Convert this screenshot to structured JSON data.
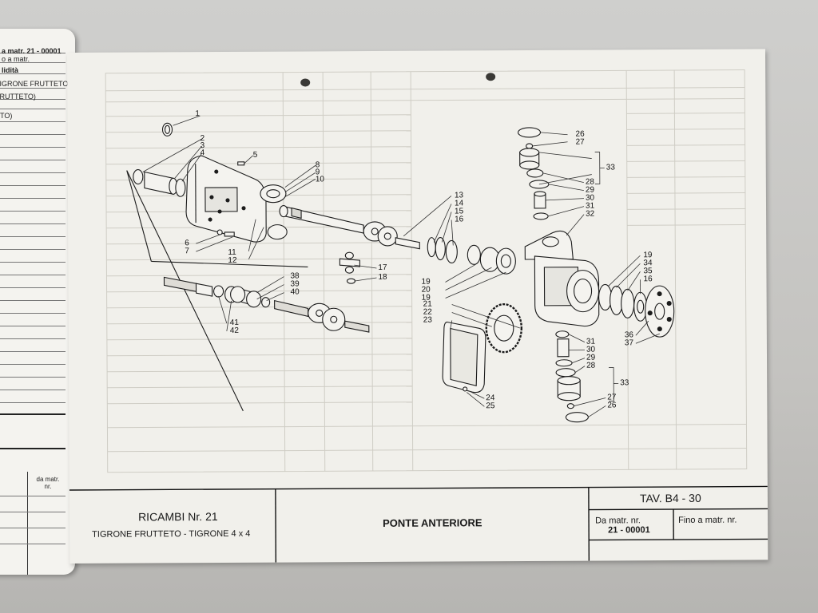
{
  "left_page": {
    "header_line1": "a matr. 21 - 00001",
    "header_line2": "o a matr.",
    "validity_label": "lidità",
    "entry1": "TIGRONE FRUTTETO)",
    "entry2": "FRUTTETO)",
    "entry3": "ETO)",
    "footer_col": "da matr. nr."
  },
  "title_block": {
    "spare_parts": "RICAMBI Nr. 21",
    "models": "TIGRONE FRUTTETO - TIGRONE 4 x 4",
    "section_title": "PONTE ANTERIORE",
    "table_ref": "TAV. B4 - 30",
    "from_serial_label": "Da matr. nr.",
    "from_serial_value": "21 - 00001",
    "to_serial_label": "Fino a matr. nr."
  },
  "part_numbers_left": [
    "1",
    "2",
    "3",
    "4",
    "5",
    "6",
    "7",
    "8",
    "9",
    "10",
    "11",
    "12",
    "13",
    "14",
    "15",
    "16",
    "17",
    "18",
    "19",
    "20",
    "19",
    "38",
    "39",
    "40",
    "41",
    "42"
  ],
  "part_numbers_right": [
    "26",
    "27",
    "33",
    "28",
    "29",
    "30",
    "31",
    "32",
    "19",
    "34",
    "35",
    "16",
    "21",
    "22",
    "23",
    "36",
    "37",
    "31",
    "30",
    "29",
    "28",
    "33",
    "27",
    "26",
    "24",
    "25"
  ]
}
